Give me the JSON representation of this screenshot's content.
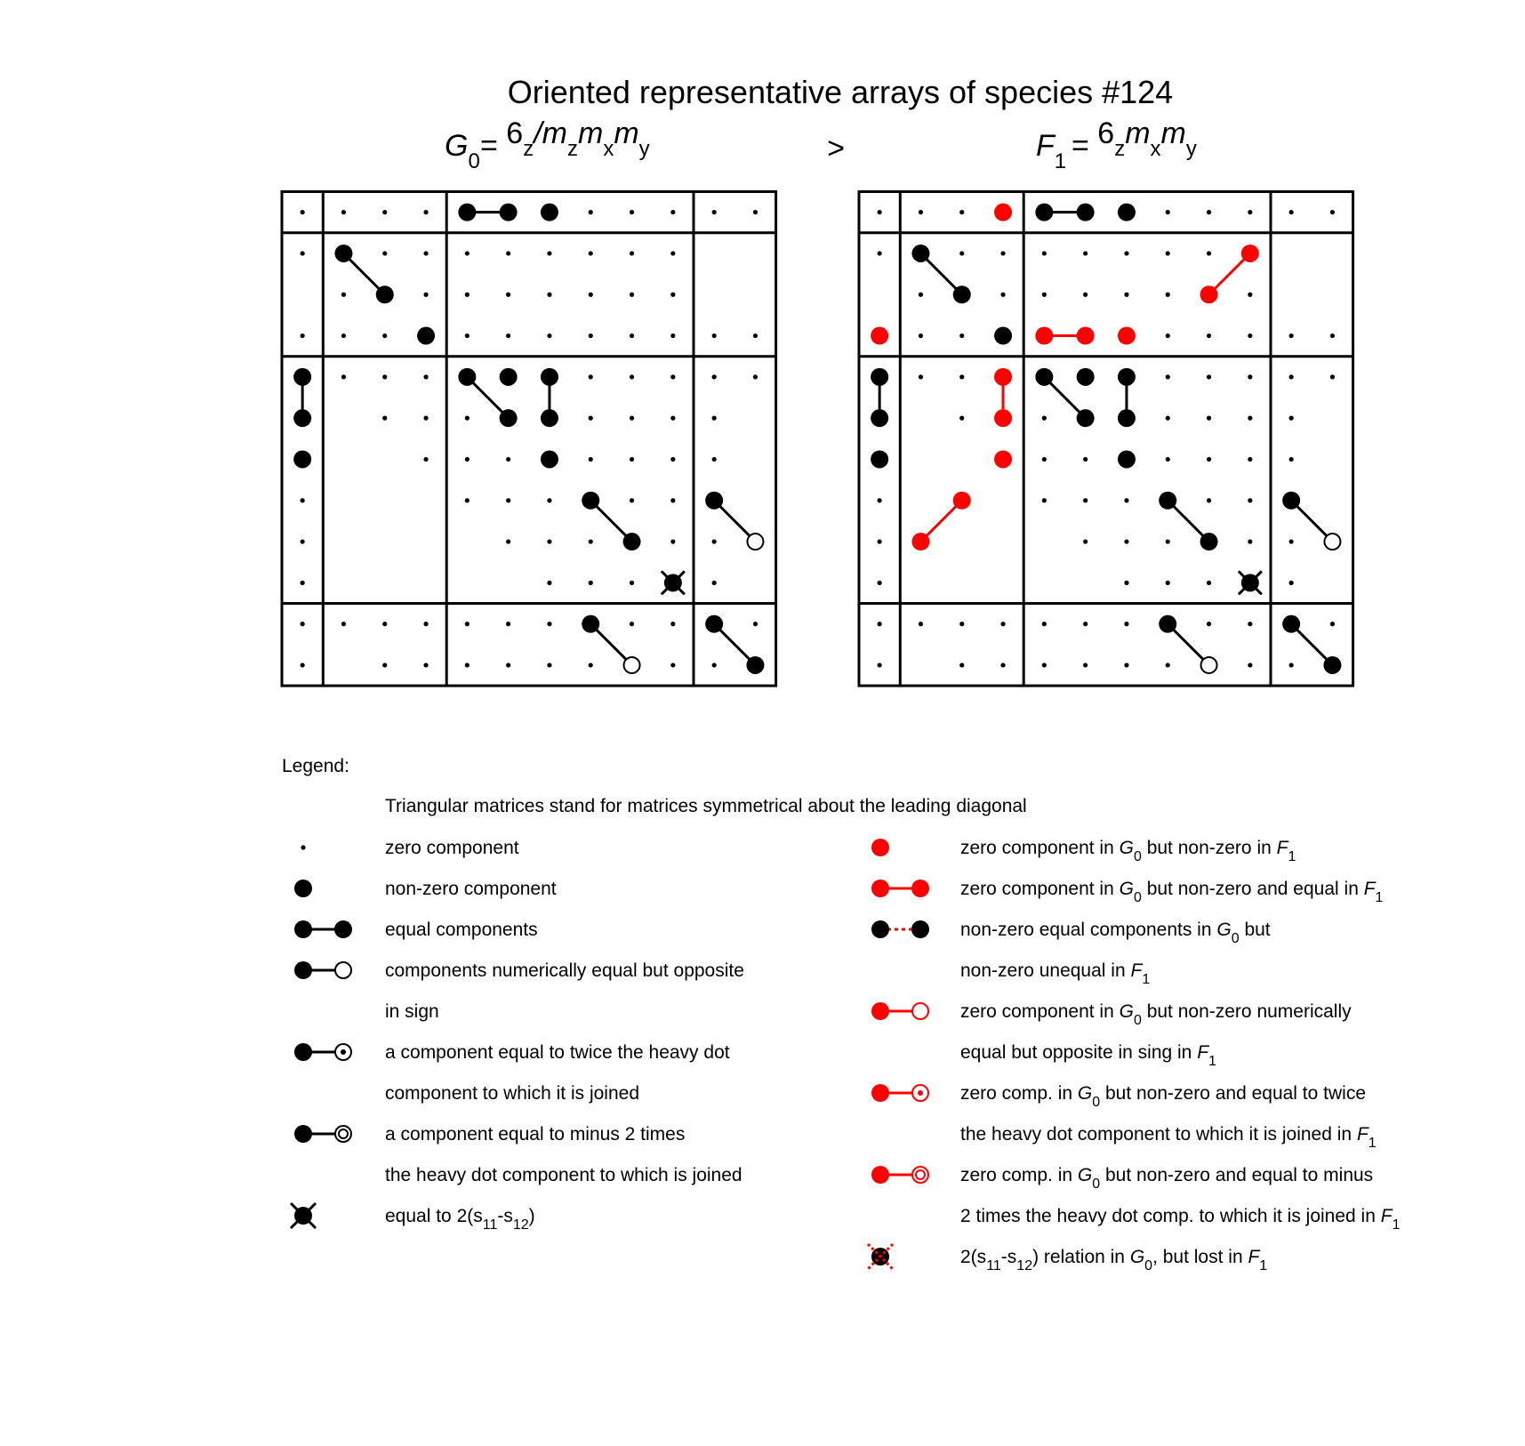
{
  "title": "Oriented representative arrays of species #124",
  "relation_symbol": ">",
  "group_left": {
    "sym": "G",
    "sub": "0",
    "formula": [
      [
        "=",
        ""
      ],
      [
        " 6",
        "z"
      ],
      [
        "/m",
        "z"
      ],
      [
        "m",
        "x"
      ],
      [
        "m",
        "y"
      ]
    ]
  },
  "group_right": {
    "sym": "F",
    "sub": "1",
    "formula": [
      [
        "=",
        ""
      ],
      [
        " 6",
        "z"
      ],
      [
        "m",
        "x"
      ],
      [
        "m",
        "y"
      ]
    ]
  },
  "colors": {
    "ink": "#000000",
    "highlight": "#ff0000",
    "background": "#ffffff"
  },
  "legend": {
    "heading": "Legend:",
    "note": "Triangular matrices stand for matrices symmetrical about the leading diagonal",
    "left": [
      {
        "icon": "zero-dot-icon",
        "lines": [
          [
            [
              "zero component",
              ""
            ]
          ]
        ]
      },
      {
        "icon": "nonzero-dot-icon",
        "lines": [
          [
            [
              "non-zero component",
              ""
            ]
          ]
        ]
      },
      {
        "icon": "equal-pair-icon",
        "lines": [
          [
            [
              "equal components",
              ""
            ]
          ]
        ]
      },
      {
        "icon": "opposite-pair-icon",
        "lines": [
          [
            [
              "components numerically equal but opposite",
              ""
            ]
          ],
          [
            [
              "in sign",
              ""
            ]
          ]
        ]
      },
      {
        "icon": "twice-pair-icon",
        "lines": [
          [
            [
              "a component equal to twice the heavy dot",
              ""
            ]
          ],
          [
            [
              "component to which it is joined",
              ""
            ]
          ]
        ]
      },
      {
        "icon": "minus-twice-pair-icon",
        "lines": [
          [
            [
              "a component equal to minus 2 times",
              ""
            ]
          ],
          [
            [
              "the heavy dot component to which is joined",
              ""
            ]
          ]
        ]
      },
      {
        "icon": "cross-dot-icon",
        "lines": [
          [
            [
              "equal to 2(s",
              "11"
            ],
            [
              "-s",
              "12"
            ],
            [
              ")",
              ""
            ]
          ]
        ]
      }
    ],
    "right": [
      {
        "icon": "red-dot-icon",
        "lines": [
          [
            [
              "zero component in G",
              "0"
            ],
            [
              " but non-zero in F",
              "1"
            ]
          ]
        ]
      },
      {
        "icon": "red-equal-pair-icon",
        "lines": [
          [
            [
              "zero component in G",
              "0"
            ],
            [
              " but non-zero and equal in F",
              "1"
            ]
          ]
        ]
      },
      {
        "icon": "broken-equal-pair-icon",
        "lines": [
          [
            [
              "non-zero equal components in G",
              "0"
            ],
            [
              " but",
              ""
            ]
          ],
          [
            [
              "non-zero unequal in F",
              "1"
            ]
          ]
        ]
      },
      {
        "icon": "red-opposite-pair-icon",
        "lines": [
          [
            [
              "zero component in G",
              "0"
            ],
            [
              " but non-zero numerically",
              ""
            ]
          ],
          [
            [
              "equal but opposite in sing in F",
              "1"
            ]
          ]
        ]
      },
      {
        "icon": "red-twice-pair-icon",
        "lines": [
          [
            [
              "zero comp. in G",
              "0"
            ],
            [
              " but non-zero and equal to twice",
              ""
            ]
          ],
          [
            [
              "the heavy dot component to which it is joined in F",
              "1"
            ]
          ]
        ]
      },
      {
        "icon": "red-minus-twice-pair-icon",
        "lines": [
          [
            [
              "zero comp. in G",
              "0"
            ],
            [
              " but non-zero and equal to minus",
              ""
            ]
          ],
          [
            [
              "2 times the heavy dot comp. to which it is joined in F",
              "1"
            ]
          ]
        ]
      },
      {
        "icon": "lost-cross-dot-icon",
        "lines": [
          [
            [
              "2(s",
              "11"
            ],
            [
              "-s",
              "12"
            ],
            [
              ") relation in G",
              "0"
            ],
            [
              ", but lost in F",
              "1"
            ]
          ]
        ]
      }
    ]
  }
}
